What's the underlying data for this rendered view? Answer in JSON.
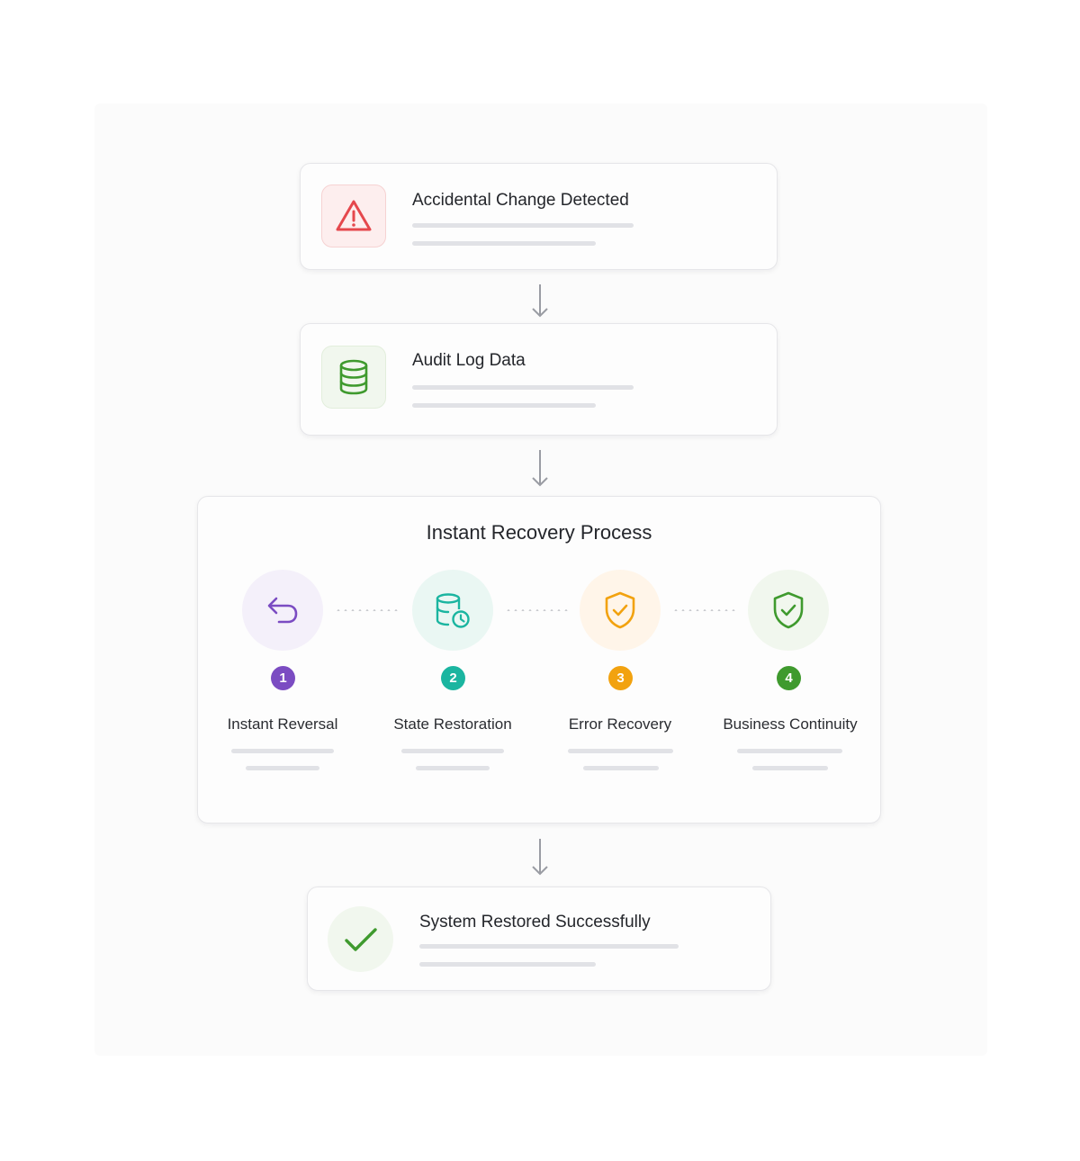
{
  "cards": {
    "detected": {
      "title": "Accidental Change Detected",
      "icon": "warning-triangle-icon",
      "accent": "#e5484d",
      "tile_bg": "#fdeeee"
    },
    "audit": {
      "title": "Audit Log Data",
      "icon": "database-icon",
      "accent": "#3f9a2e",
      "tile_bg": "#f1f7ee"
    },
    "restored": {
      "title": "System Restored Successfully",
      "icon": "checkmark-icon",
      "accent": "#3f9a2e",
      "tile_bg": "#f1f7ee"
    }
  },
  "recovery": {
    "title": "Instant Recovery Process",
    "steps": [
      {
        "number": "1",
        "label": "Instant Reversal",
        "icon": "undo-arrow-icon",
        "color": "#7b4cc2",
        "bg": "#f4f0fa"
      },
      {
        "number": "2",
        "label": "State Restoration",
        "icon": "database-clock-icon",
        "color": "#1bb5a0",
        "bg": "#eaf7f3"
      },
      {
        "number": "3",
        "label": "Error Recovery",
        "icon": "shield-check-icon",
        "color": "#f2a20f",
        "bg": "#fff5e9"
      },
      {
        "number": "4",
        "label": "Business Continuity",
        "icon": "shield-check-icon",
        "color": "#3f9a2e",
        "bg": "#f1f7ee"
      }
    ]
  },
  "colors": {
    "arrow": "#9a9ca3",
    "placeholder_bar": "#e1e2e6",
    "card_border": "#e6e6e9"
  }
}
